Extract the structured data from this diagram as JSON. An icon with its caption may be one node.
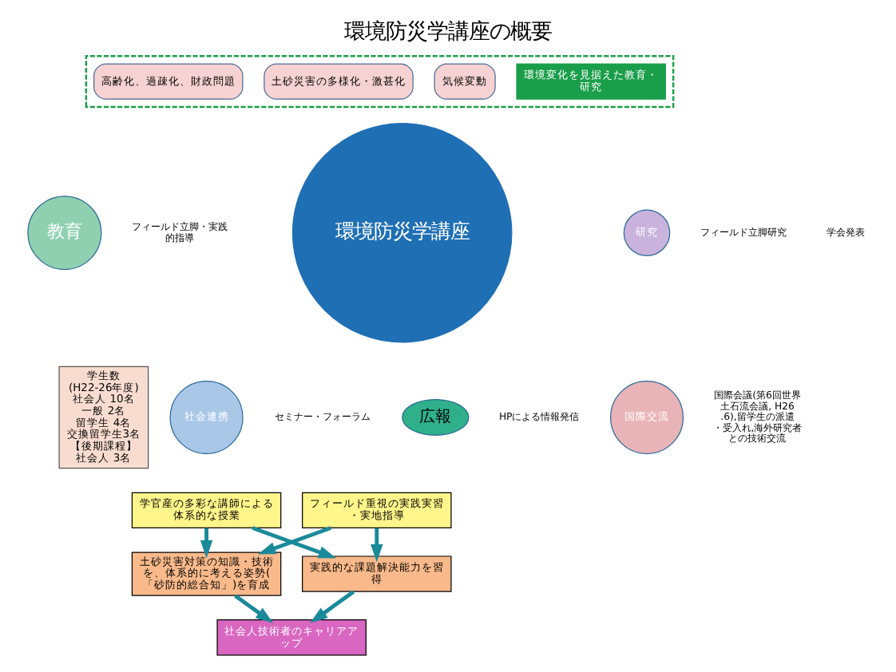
{
  "diagram": {
    "title": "環境防災学講座の概要",
    "nodes": [
      {
        "text": [],
        "shape": "box"
      },
      {
        "text": [
          "環境変化を見据えた教育・研究"
        ],
        "in": 0
      },
      {
        "text": [
          "気候変動"
        ],
        "in": 0
      },
      {
        "text": [
          "土砂災害の多様化・激甚化"
        ],
        "in": 0
      },
      {
        "text": [
          "高齢化、過疎化、財政問題"
        ],
        "in": 0
      },
      {
        "text": [
          "環境防災学講座"
        ]
      },
      {
        "text": [
          "教育"
        ],
        "beside": [
          "フィールド立脚・実践的指導"
        ]
      },
      {
        "text": [
          "学生数",
          "(H22-26年度)",
          "社会人 10名",
          "一般 2名",
          "留学生 4名",
          "交換留学生3名",
          "【後期課程】",
          "社会人 3名"
        ]
      },
      {
        "text": [
          "研究"
        ],
        "beside": [
          "フィールド立脚研究",
          "学会発表"
        ]
      },
      {
        "text": [
          "社会連携"
        ],
        "beside": [
          "セミナー・フォーラム"
        ]
      },
      {
        "text": [
          "広報"
        ],
        "beside": [
          "HPによる情報発信"
        ]
      },
      {
        "text": [
          "国際交流"
        ],
        "beside": [
          "国際会議(第6回世界土石流会議, H26.6),留学生の派遣・受入れ,海外研究者との技術交流"
        ]
      },
      {
        "text": [
          "学官産の多彩な講師による体系的な授業"
        ]
      },
      {
        "text": [
          "フィールド重視の実践実習・実地指導"
        ]
      },
      {
        "text": [
          "土砂災害対策の知識・技術を、体系的に考える姿勢(「砂防的総合知」)を育成"
        ]
      },
      {
        "text": [
          "実践的な課題解決能力を習得"
        ]
      },
      {
        "text": [
          "社会人技術者のキャリアアップ"
        ]
      }
    ],
    "edges": [
      {
        "from": 12,
        "to": 14,
        "arrow": "to"
      },
      {
        "from": 12,
        "to": 15,
        "arrow": "to"
      },
      {
        "from": 13,
        "to": 14,
        "arrow": "to"
      },
      {
        "from": 13,
        "to": 15,
        "arrow": "to"
      },
      {
        "from": 14,
        "to": 16,
        "arrow": "to"
      },
      {
        "from": 15,
        "to": 16,
        "arrow": "to"
      }
    ]
  }
}
